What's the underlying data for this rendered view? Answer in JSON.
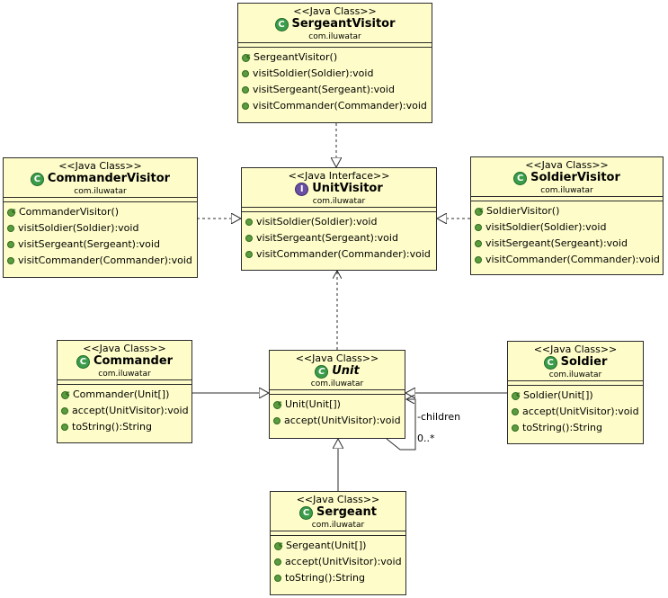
{
  "colors": {
    "box_fill": "#fefdc9",
    "border": "#2b2b2b",
    "method_dot": "#5c9c3f"
  },
  "boxes": {
    "sergeant_visitor": {
      "stereotype": "<<Java Class>>",
      "name": "SergeantVisitor",
      "package": "com.iluwatar",
      "members": [
        "SergeantVisitor()",
        "visitSoldier(Soldier):void",
        "visitSergeant(Sergeant):void",
        "visitCommander(Commander):void"
      ]
    },
    "commander_visitor": {
      "stereotype": "<<Java Class>>",
      "name": "CommanderVisitor",
      "package": "com.iluwatar",
      "members": [
        "CommanderVisitor()",
        "visitSoldier(Soldier):void",
        "visitSergeant(Sergeant):void",
        "visitCommander(Commander):void"
      ]
    },
    "unit_visitor": {
      "stereotype": "<<Java Interface>>",
      "name": "UnitVisitor",
      "package": "com.iluwatar",
      "members": [
        "visitSoldier(Soldier):void",
        "visitSergeant(Sergeant):void",
        "visitCommander(Commander):void"
      ]
    },
    "soldier_visitor": {
      "stereotype": "<<Java Class>>",
      "name": "SoldierVisitor",
      "package": "com.iluwatar",
      "members": [
        "SoldierVisitor()",
        "visitSoldier(Soldier):void",
        "visitSergeant(Sergeant):void",
        "visitCommander(Commander):void"
      ]
    },
    "commander": {
      "stereotype": "<<Java Class>>",
      "name": "Commander",
      "package": "com.iluwatar",
      "members": [
        "Commander(Unit[])",
        "accept(UnitVisitor):void",
        "toString():String"
      ]
    },
    "unit": {
      "stereotype": "<<Java Class>>",
      "name": "Unit",
      "package": "com.iluwatar",
      "members": [
        "Unit(Unit[])",
        "accept(UnitVisitor):void"
      ]
    },
    "soldier": {
      "stereotype": "<<Java Class>>",
      "name": "Soldier",
      "package": "com.iluwatar",
      "members": [
        "Soldier(Unit[])",
        "accept(UnitVisitor):void",
        "toString():String"
      ]
    },
    "sergeant": {
      "stereotype": "<<Java Class>>",
      "name": "Sergeant",
      "package": "com.iluwatar",
      "members": [
        "Sergeant(Unit[])",
        "accept(UnitVisitor):void",
        "toString():String"
      ]
    }
  },
  "association": {
    "role": "-children",
    "multiplicity": "0..*"
  }
}
